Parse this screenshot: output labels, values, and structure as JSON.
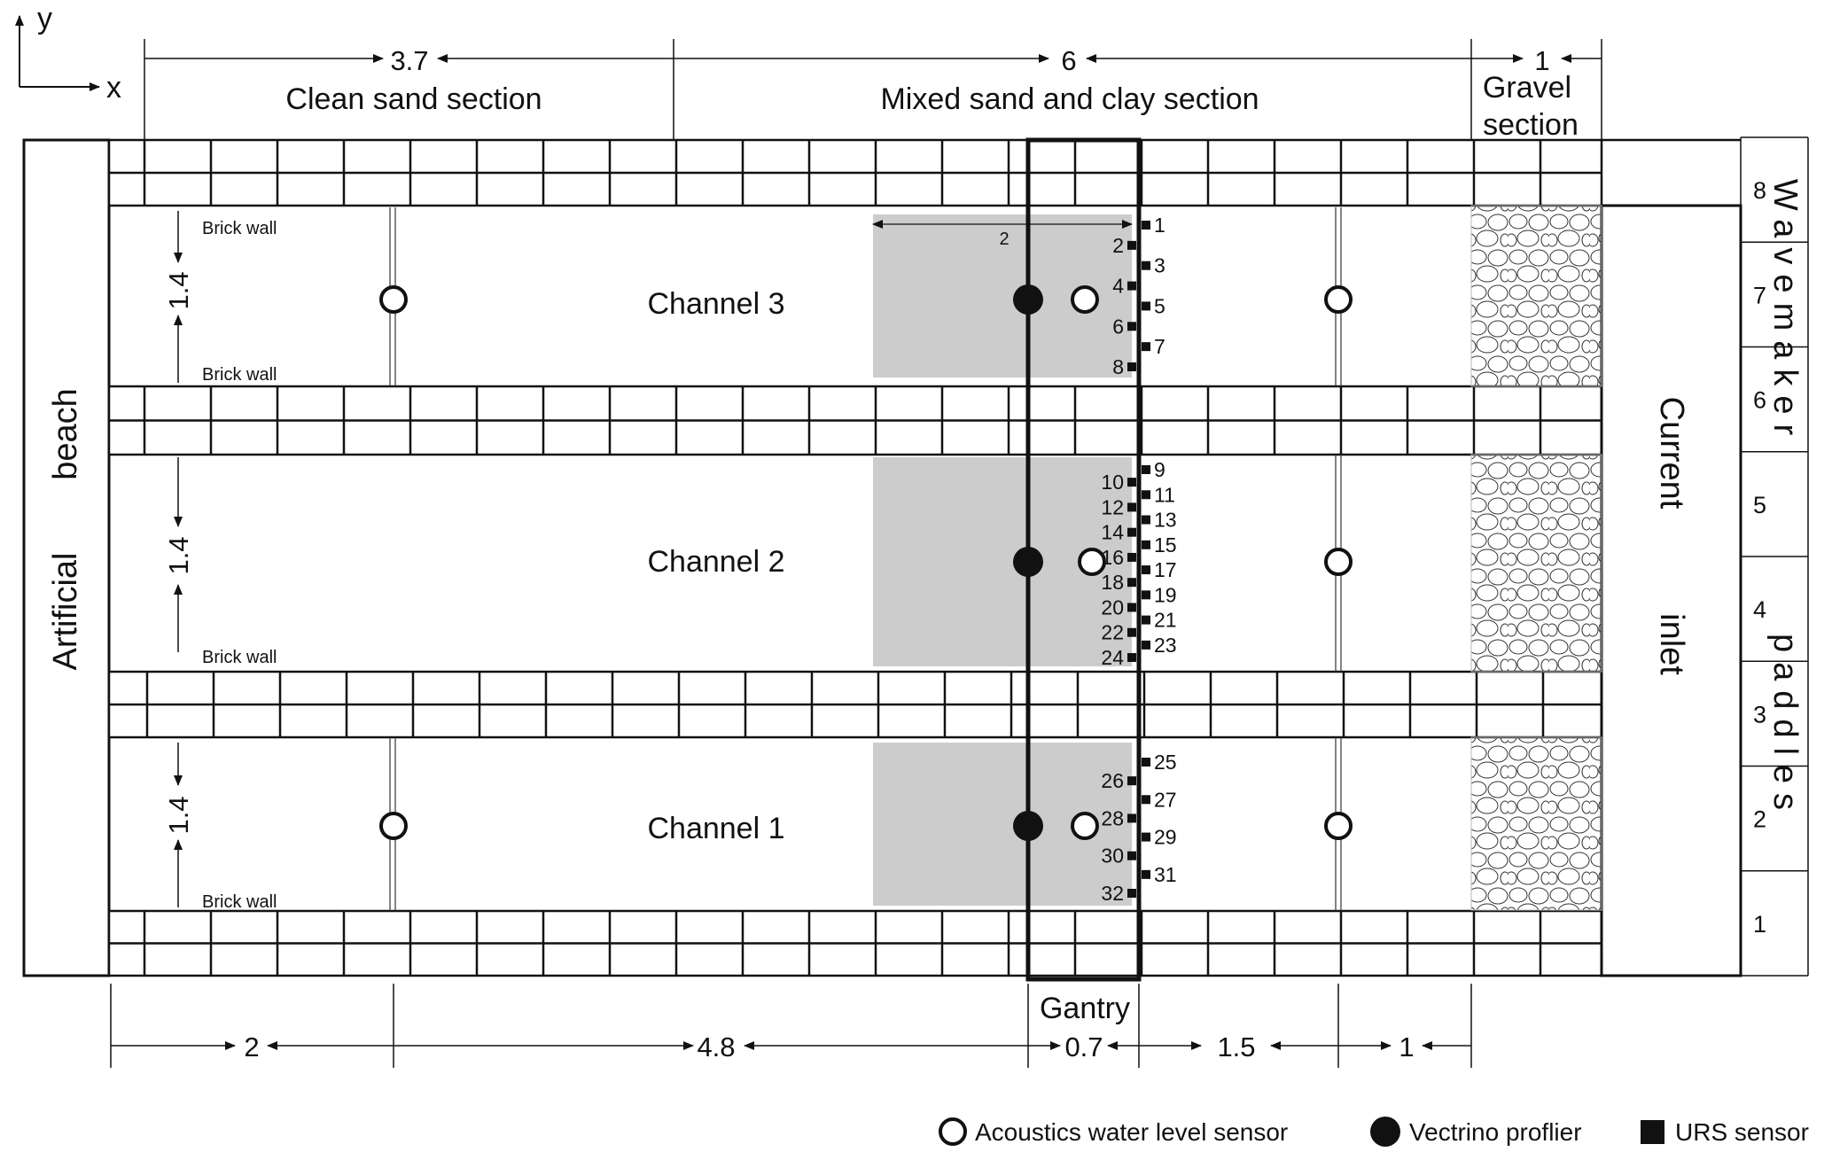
{
  "axes": {
    "x_label": "x",
    "y_label": "y"
  },
  "top_dimensions": {
    "clean": "3.7",
    "mixed": "6",
    "gravel": "1"
  },
  "sections": {
    "clean": "Clean sand section",
    "mixed": "Mixed sand and clay section",
    "gravel_line1": "Gravel",
    "gravel_line2": "section"
  },
  "channels": {
    "c3": "Channel 3",
    "c2": "Channel 2",
    "c1": "Channel 1"
  },
  "brick_wall": "Brick wall",
  "channel_width": "1.4",
  "sample_length": "2",
  "beach_line1": "Artificial",
  "beach_line2": "beach",
  "current_line1": "Current",
  "current_line2": "inlet",
  "wavemaker_line1": "Wavemaker",
  "wavemaker_line2": "paddles",
  "paddles": [
    "8",
    "7",
    "6",
    "5",
    "4",
    "3",
    "2",
    "1"
  ],
  "urs_sensors": [
    "1",
    "2",
    "3",
    "4",
    "5",
    "6",
    "7",
    "8",
    "9",
    "10",
    "11",
    "12",
    "13",
    "14",
    "15",
    "16",
    "17",
    "18",
    "19",
    "20",
    "21",
    "22",
    "23",
    "24",
    "25",
    "26",
    "27",
    "28",
    "29",
    "30",
    "31",
    "32"
  ],
  "gantry": "Gantry",
  "bottom_dimensions": [
    "2",
    "4.8",
    "0.7",
    "1.5",
    "1"
  ],
  "legend": {
    "acoustic": "Acoustics water level sensor",
    "vectrino": "Vectrino proflier",
    "urs": "URS sensor"
  }
}
